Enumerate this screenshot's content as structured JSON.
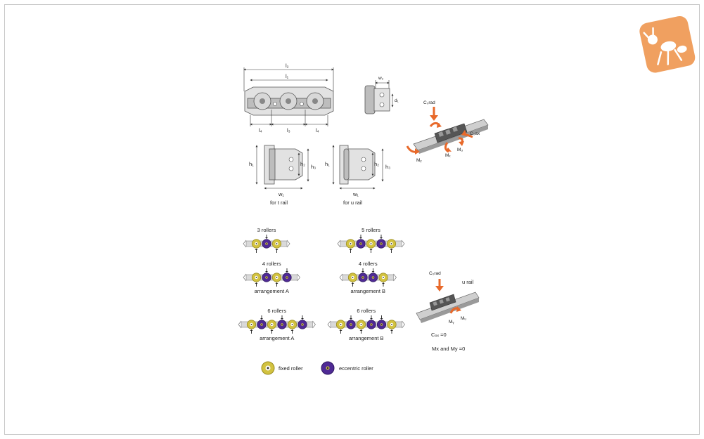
{
  "colors": {
    "fixed_roller": "#d2c240",
    "eccentric_roller": "#4f2a95",
    "moment_arrow": "#e8692a",
    "logo_bg": "#f0a060"
  },
  "logo": {
    "icon": "robot-ant-icon"
  },
  "dimensions": {
    "l2": "l₂",
    "l1": "l₁",
    "l4_left": "l₄",
    "l3": "l₃",
    "l4_right": "l₄",
    "w2": "w₂",
    "d1": "d₁",
    "t_h1": "h₁",
    "t_h2": "h₂",
    "t_h3": "h₃",
    "t_w1": "w₁",
    "u_h1": "h₁",
    "u_h2": "h₂",
    "u_h3": "h₃",
    "u_w1": "w₁"
  },
  "captions": {
    "t_rail": "for t rail",
    "u_rail": "for u rail"
  },
  "loads_t": {
    "c0rad": "C₀rad",
    "c0ax": "C₀ax",
    "my": "Mᵧ",
    "mx": "Mₓ",
    "mz": "Mᵤ"
  },
  "loads_u": {
    "c0rad": "C₀rad",
    "title": "u rail",
    "my": "Mᵧ",
    "mz": "Mᵤ",
    "note1": "C₀ₓ =0",
    "note2": "Mx and My =0"
  },
  "arrangements": [
    {
      "title": "3 rollers",
      "sub": "",
      "pattern": "FEF"
    },
    {
      "title": "5 rollers",
      "sub": "",
      "pattern": "FEFEF"
    },
    {
      "title": "4 rollers",
      "sub": "arrangement A",
      "pattern": "FEFE"
    },
    {
      "title": "4 rollers",
      "sub": "arrangement B",
      "pattern": "FEEF"
    },
    {
      "title": "6 rollers",
      "sub": "arrangement A",
      "pattern": "FEFEFE"
    },
    {
      "title": "6 rollers",
      "sub": "arrangement B",
      "pattern": "FEFEEF"
    }
  ],
  "legend": {
    "fixed": "fixed roller",
    "eccentric": "eccentric roller"
  }
}
